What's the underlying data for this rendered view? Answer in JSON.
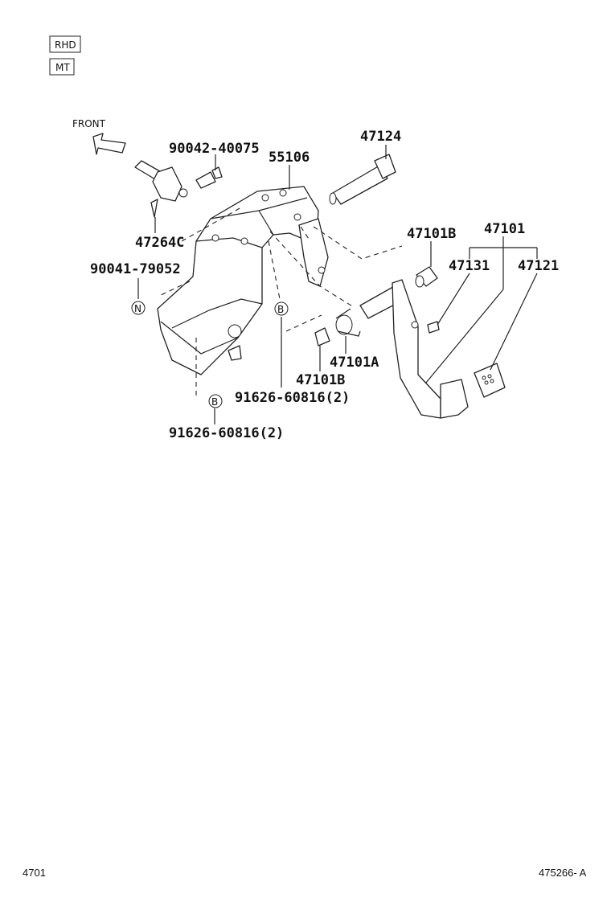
{
  "tags": {
    "rhd": "RHD",
    "mt": "MT"
  },
  "direction": {
    "front": "FRONT"
  },
  "parts": {
    "p90042_40075": "90042-40075",
    "p55106": "55106",
    "p47124": "47124",
    "p47264C": "47264C",
    "p90041_79052": "90041-79052",
    "p47101B_top": "47101B",
    "p47101": "47101",
    "p47131": "47131",
    "p47121": "47121",
    "p47101A": "47101A",
    "p47101B_bottom": "47101B",
    "p91626_a": "91626-60816(2)",
    "p91626_b": "91626-60816(2)"
  },
  "markers": {
    "n": "N",
    "b1": "B",
    "b2": "B"
  },
  "footer": {
    "page": "4701",
    "figure": "475266- A"
  }
}
